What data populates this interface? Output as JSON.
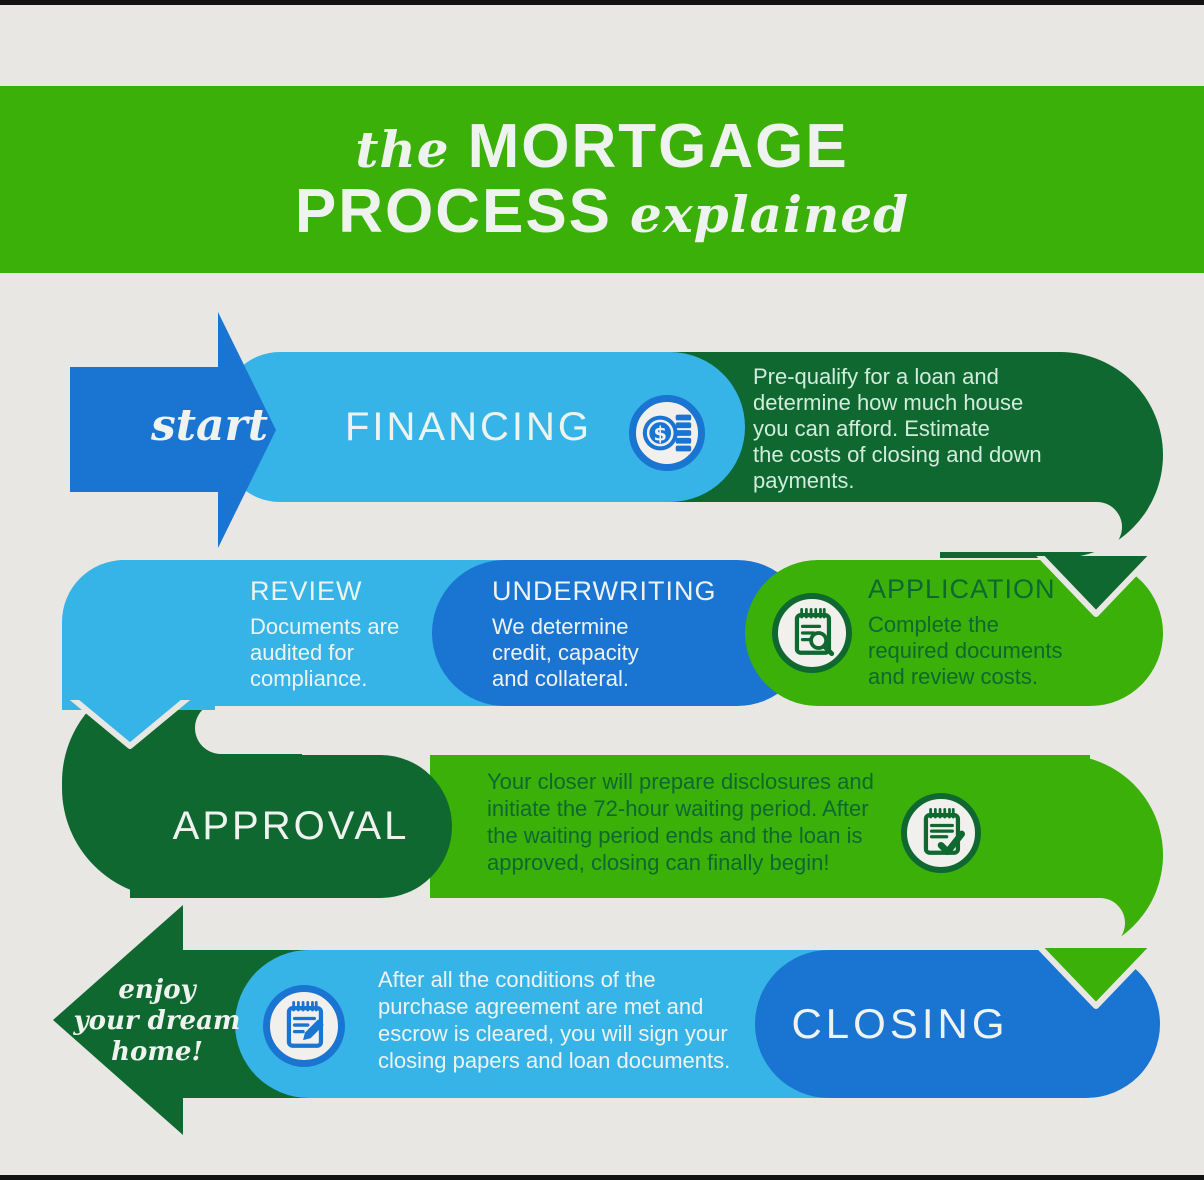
{
  "title": {
    "pre": "the",
    "word1": "MORTGAGE",
    "word2": "PROCESS",
    "post": "explained"
  },
  "colors": {
    "banner_green": "#3ab008",
    "dark_green": "#0f6830",
    "light_blue": "#36b4e8",
    "blue": "#1a74d2",
    "background": "#e8e7e4",
    "pale_green_text": "#d2ecdc"
  },
  "start": {
    "label": "start"
  },
  "steps": {
    "financing": {
      "label": "FINANCING",
      "icon": "money-coins-icon",
      "lines": [
        "Pre-qualify for a loan and",
        "determine how much house",
        "you can afford. Estimate",
        "the costs of closing and down",
        "payments."
      ]
    },
    "application": {
      "label": "APPLICATION",
      "icon": "document-search-icon",
      "lines": [
        "Complete the",
        "required documents",
        "and review costs."
      ]
    },
    "underwriting": {
      "label": "UNDERWRITING",
      "lines": [
        "We determine",
        "credit, capacity",
        "and collateral."
      ]
    },
    "review": {
      "label": "REVIEW",
      "lines": [
        "Documents are",
        "audited for",
        "compliance."
      ]
    },
    "approval": {
      "label": "APPROVAL",
      "icon": "document-check-icon",
      "lines": [
        "Your closer will prepare disclosures and",
        "initiate  the 72-hour waiting period. After",
        "the waiting period ends and the loan is",
        "approved, closing can finally begin!"
      ]
    },
    "closing": {
      "label": "CLOSING",
      "icon": "document-pencil-icon",
      "lines": [
        "After all the conditions of the",
        "purchase agreement are met and",
        "escrow is cleared, you will sign your",
        "closing papers and loan documents."
      ]
    }
  },
  "finish": {
    "lines": [
      "enjoy",
      "your dream",
      "home!"
    ]
  }
}
